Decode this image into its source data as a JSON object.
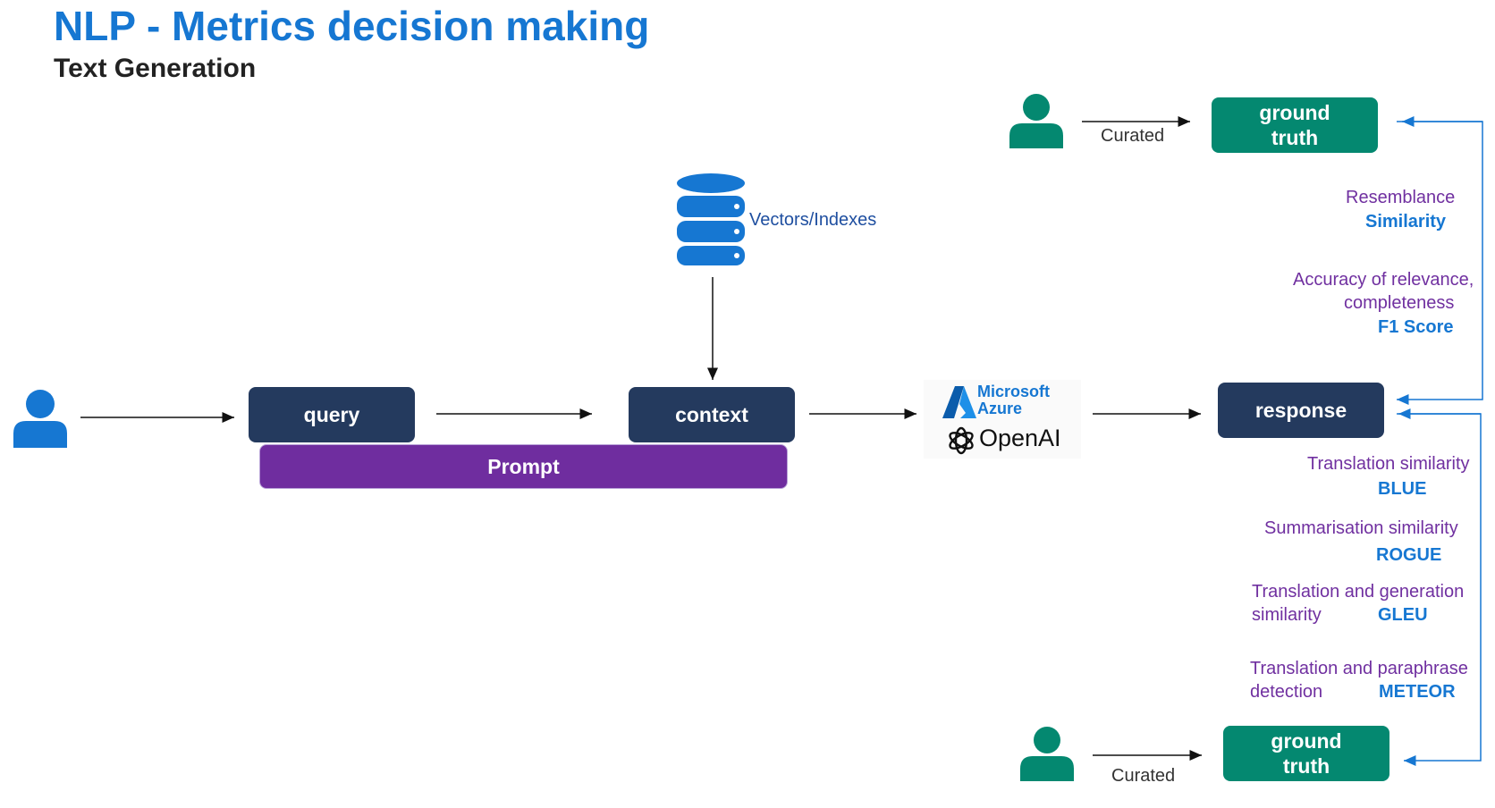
{
  "header": {
    "title": "NLP - Metrics decision making",
    "subtitle": "Text Generation"
  },
  "nodes": {
    "query": "query",
    "context": "context",
    "prompt": "Prompt",
    "response": "response",
    "ground_truth_top": "ground truth",
    "ground_truth_bottom": "ground truth",
    "vectors_label": "Vectors/Indexes",
    "curated_top": "Curated",
    "curated_bottom": "Curated"
  },
  "logo": {
    "microsoft": "Microsoft",
    "azure": "Azure",
    "openai": "OpenAI"
  },
  "metrics": {
    "similarity": {
      "description": "Resemblance",
      "name": "Similarity"
    },
    "f1": {
      "description_line1": "Accuracy of relevance,",
      "description_line2": "completeness",
      "name": "F1 Score"
    },
    "blue": {
      "description": "Translation similarity",
      "name": "BLUE"
    },
    "rogue": {
      "description": "Summarisation similarity",
      "name": "ROGUE"
    },
    "gleu": {
      "description_line1": "Translation and generation",
      "description_line2": "similarity",
      "name": "GLEU"
    },
    "meteor": {
      "description_line1": "Translation and paraphrase",
      "description_line2": "detection",
      "name": "METEOR"
    }
  },
  "colors": {
    "title_blue": "#1677d2",
    "navy": "#243a5e",
    "green": "#048870",
    "purple": "#6f2d9f",
    "metric_text": "#7030a0",
    "person_blue": "#1677d2",
    "person_green": "#048870"
  },
  "icons": [
    "person-icon",
    "database-icon",
    "azure-logo-icon",
    "openai-logo-icon"
  ]
}
